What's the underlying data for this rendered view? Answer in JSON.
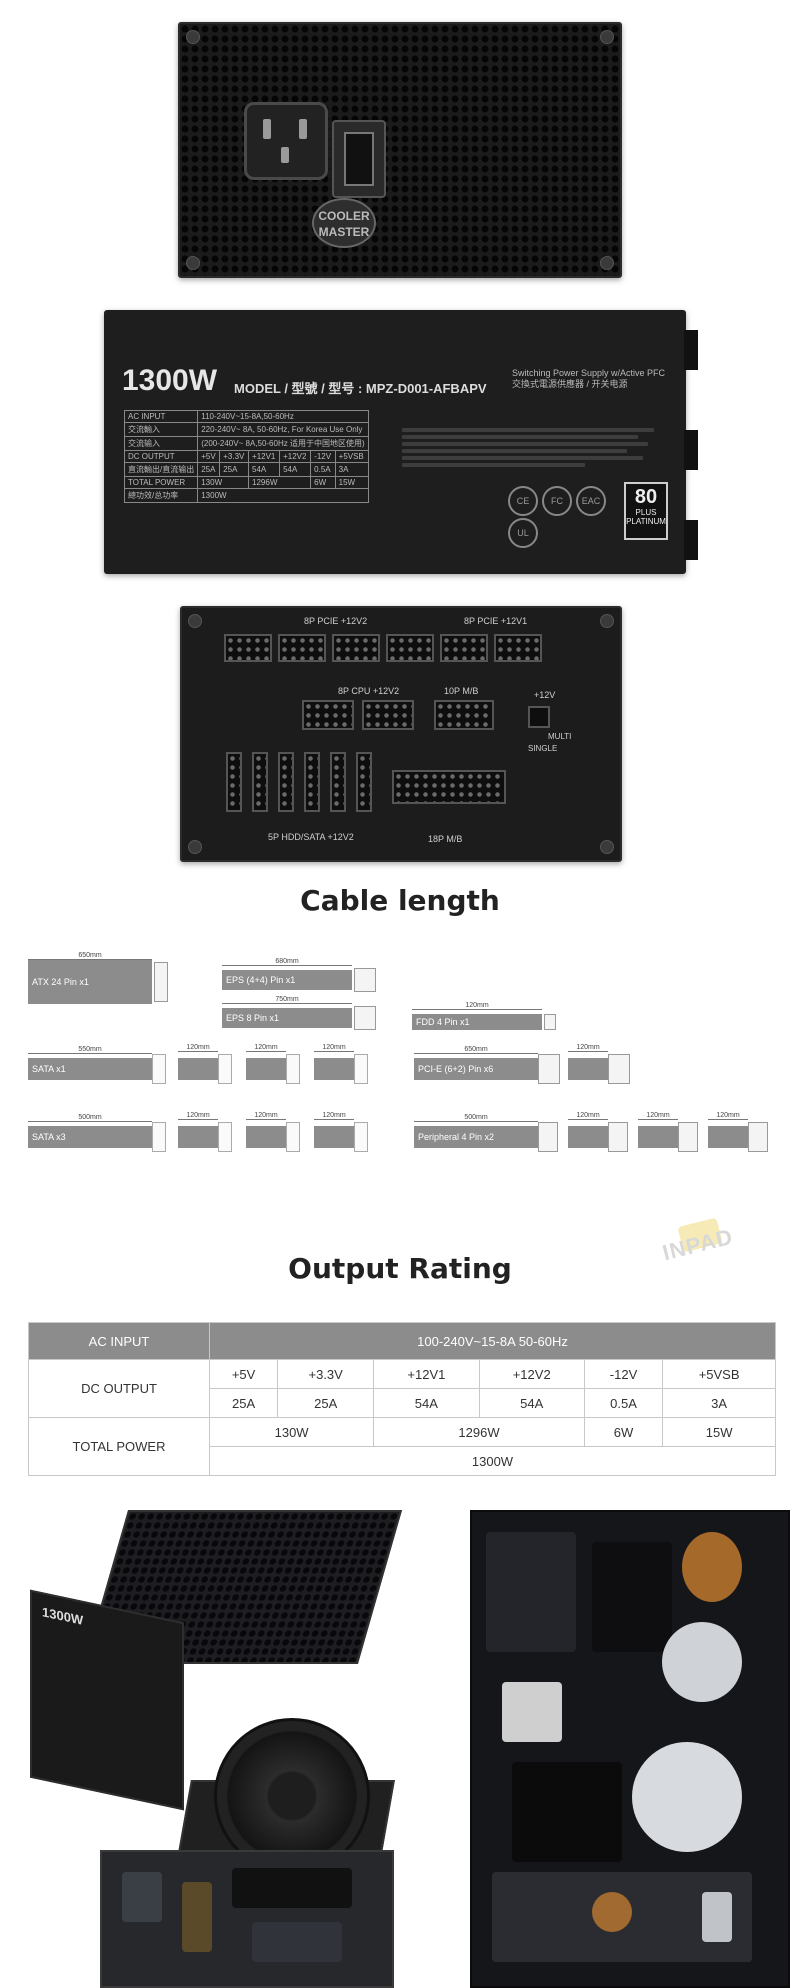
{
  "rear": {
    "logo_line1": "COOLER",
    "logo_line2": "MASTER"
  },
  "side_label": {
    "wattage": "1300W",
    "model": "MODEL / 型號 / 型号 : MPZ-D001-AFBAPV",
    "pfc": "Switching Power Supply w/Active PFC 交換式電源供應器 / 开关电源",
    "rows": [
      [
        "AC INPUT",
        "110-240V~15-8A,50-60Hz"
      ],
      [
        "交流輸入",
        "220-240V~ 8A, 50-60Hz, For Korea Use Only"
      ],
      [
        "交流输入",
        "(200-240V~ 8A,50-60Hz 适用于中国地区使用)"
      ]
    ],
    "dc_output_label": "DC OUTPUT",
    "dc_output_sub": "直流輸出/直流输出",
    "rails": [
      "+5V",
      "+3.3V",
      "+12V1",
      "+12V2",
      "-12V",
      "+5VSB"
    ],
    "amps": [
      "25A",
      "25A",
      "54A",
      "54A",
      "0.5A",
      "3A"
    ],
    "total_power_label": "TOTAL POWER",
    "total_power_sub": "總功效/总功率",
    "total_power_parts": [
      "130W",
      "1296W",
      "6W",
      "15W"
    ],
    "total_power_total": "1300W",
    "certs": [
      "CE",
      "FC",
      "EAC",
      "UL"
    ],
    "plus80_line1": "80",
    "plus80_line2": "PLUS",
    "plus80_line3": "PLATINUM"
  },
  "modular": {
    "pcie_1": "8P PCIE +12V2",
    "pcie_2": "8P PCIE +12V1",
    "cpu": "8P CPU +12V2",
    "mb10": "10P M/B",
    "v12": "+12V",
    "multi": "MULTI",
    "single": "SINGLE",
    "hdd": "5P HDD/SATA +12V2",
    "mb18": "18P M/B"
  },
  "cable_length": {
    "title": "Cable length",
    "atx": {
      "len": "650mm",
      "label": "ATX 24 Pin x1"
    },
    "eps44": {
      "len": "680mm",
      "label": "EPS (4+4) Pin x1"
    },
    "eps8": {
      "len": "750mm",
      "label": "EPS 8 Pin x1"
    },
    "fdd": {
      "len": "120mm",
      "label": "FDD 4 Pin x1"
    },
    "sata1": {
      "len": "550mm",
      "label": "SATA x1",
      "seg": "120mm"
    },
    "pcie": {
      "len": "650mm",
      "label": "PCI-E (6+2) Pin x6",
      "seg": "120mm"
    },
    "sata3": {
      "len": "500mm",
      "label": "SATA x3",
      "seg": "120mm"
    },
    "peri": {
      "len": "500mm",
      "label": "Peripheral 4 Pin x2",
      "seg": "120mm"
    }
  },
  "output_rating": {
    "title": "Output Rating",
    "ac_input_label": "AC INPUT",
    "ac_input_value": "100-240V~15-8A 50-60Hz",
    "dc_output_label": "DC OUTPUT",
    "rails": [
      "+5V",
      "+3.3V",
      "+12V1",
      "+12V2",
      "-12V",
      "+5VSB"
    ],
    "amps": [
      "25A",
      "25A",
      "54A",
      "54A",
      "0.5A",
      "3A"
    ],
    "total_power_label": "TOTAL POWER",
    "total_parts": [
      "130W",
      "1296W",
      "6W",
      "15W"
    ],
    "total": "1300W"
  },
  "watermark": "INPAD",
  "bottom": {
    "case_label": "1300W"
  }
}
